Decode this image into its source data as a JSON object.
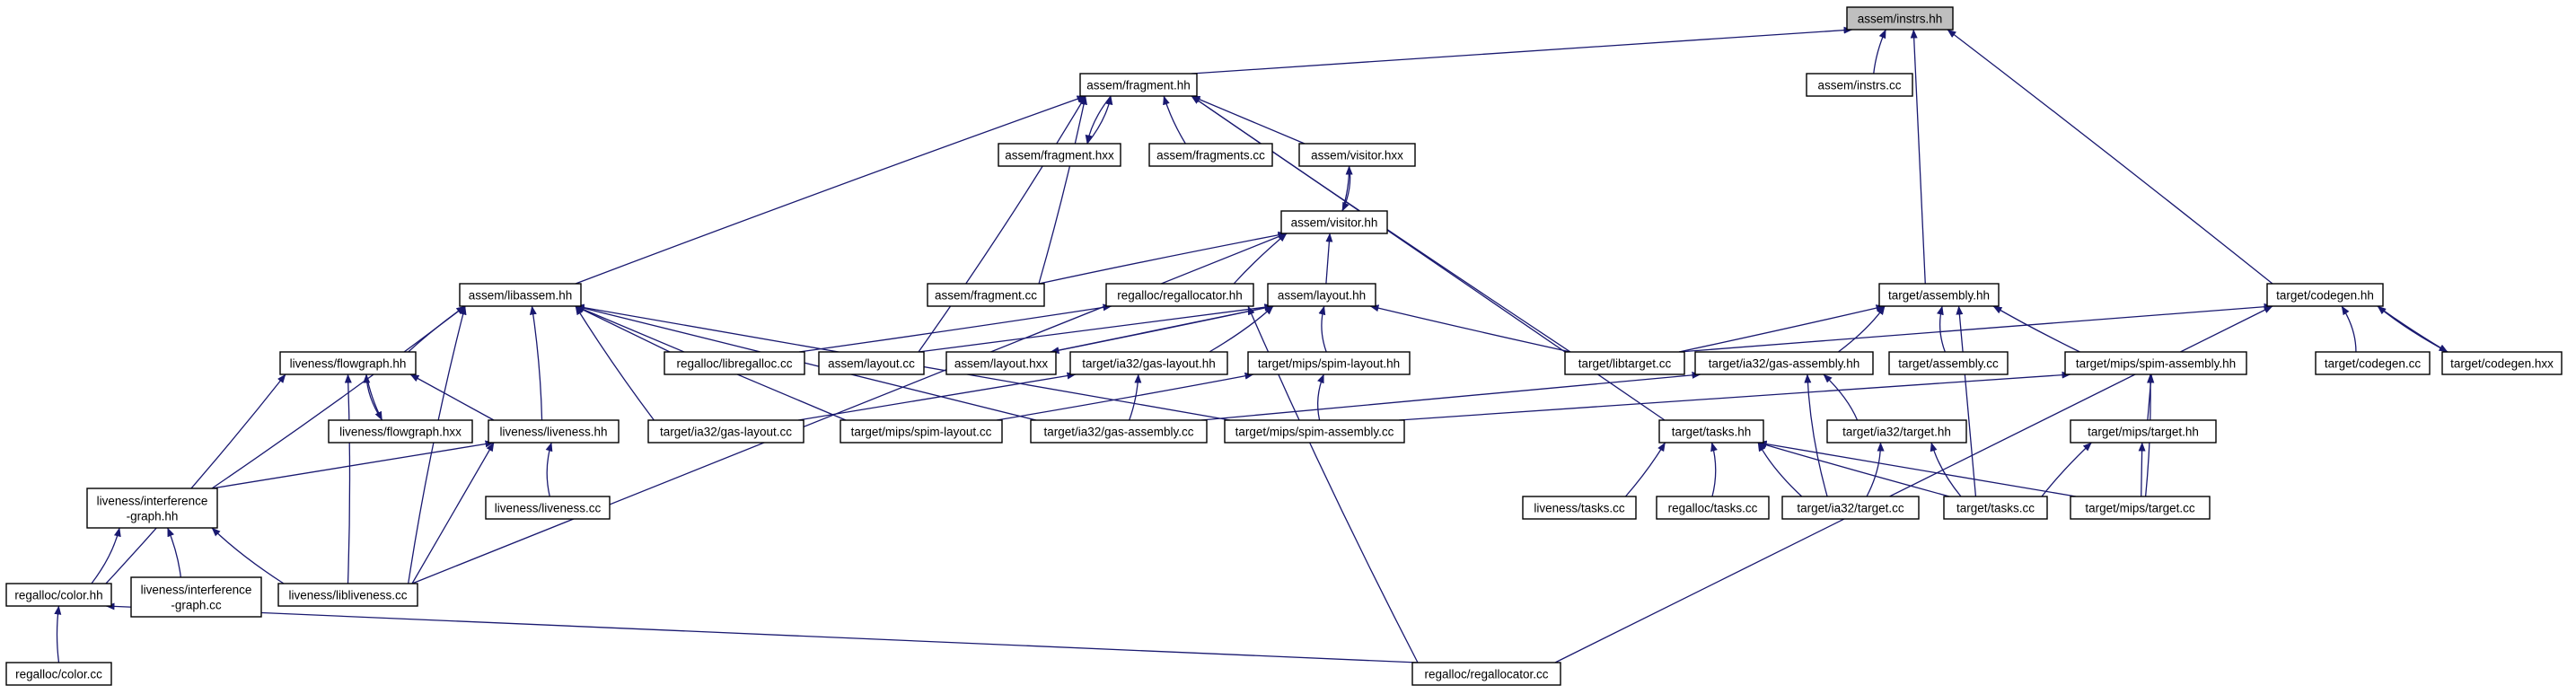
{
  "nodes": [
    {
      "id": "instrs_hh",
      "lines": [
        "assem/instrs.hh"
      ],
      "root": true
    },
    {
      "id": "fragment_hh",
      "lines": [
        "assem/fragment.hh"
      ]
    },
    {
      "id": "instrs_cc",
      "lines": [
        "assem/instrs.cc"
      ]
    },
    {
      "id": "fragment_hxx",
      "lines": [
        "assem/fragment.hxx"
      ]
    },
    {
      "id": "fragments_cc",
      "lines": [
        "assem/fragments.cc"
      ]
    },
    {
      "id": "visitor_hxx",
      "lines": [
        "assem/visitor.hxx"
      ]
    },
    {
      "id": "visitor_hh",
      "lines": [
        "assem/visitor.hh"
      ]
    },
    {
      "id": "fragment_cc",
      "lines": [
        "assem/fragment.cc"
      ]
    },
    {
      "id": "regallocator_hh",
      "lines": [
        "regalloc/regallocator.hh"
      ]
    },
    {
      "id": "layout_hh",
      "lines": [
        "assem/layout.hh"
      ]
    },
    {
      "id": "libassem_hh",
      "lines": [
        "assem/libassem.hh"
      ]
    },
    {
      "id": "flowgraph_hh",
      "lines": [
        "liveness/flowgraph.hh"
      ]
    },
    {
      "id": "libregalloc_cc",
      "lines": [
        "regalloc/libregalloc.cc"
      ]
    },
    {
      "id": "layout_cc",
      "lines": [
        "assem/layout.cc"
      ]
    },
    {
      "id": "layout_hxx",
      "lines": [
        "assem/layout.hxx"
      ]
    },
    {
      "id": "ia32_gas_layout_hh",
      "lines": [
        "target/ia32/gas-layout.hh"
      ]
    },
    {
      "id": "spim_layout_hh",
      "lines": [
        "target/mips/spim-layout.hh"
      ]
    },
    {
      "id": "flowgraph_hxx",
      "lines": [
        "liveness/flowgraph.hxx"
      ]
    },
    {
      "id": "liveness_hh",
      "lines": [
        "liveness/liveness.hh"
      ]
    },
    {
      "id": "ia32_gas_layout_cc",
      "lines": [
        "target/ia32/gas-layout.cc"
      ]
    },
    {
      "id": "spim_layout_cc",
      "lines": [
        "target/mips/spim-layout.cc"
      ]
    },
    {
      "id": "ia32_gas_assembly_cc",
      "lines": [
        "target/ia32/gas-assembly.cc"
      ]
    },
    {
      "id": "spim_assembly_cc",
      "lines": [
        "target/mips/spim-assembly.cc"
      ]
    },
    {
      "id": "liveness_cc",
      "lines": [
        "liveness/liveness.cc"
      ]
    },
    {
      "id": "interference_graph_hh",
      "lines": [
        "liveness/interference",
        "-graph.hh"
      ]
    },
    {
      "id": "interference_graph_cc",
      "lines": [
        "liveness/interference",
        "-graph.cc"
      ]
    },
    {
      "id": "color_hh",
      "lines": [
        "regalloc/color.hh"
      ]
    },
    {
      "id": "libliveness_cc",
      "lines": [
        "liveness/libliveness.cc"
      ]
    },
    {
      "id": "color_cc",
      "lines": [
        "regalloc/color.cc"
      ]
    },
    {
      "id": "regallocator_cc",
      "lines": [
        "regalloc/regallocator.cc"
      ]
    },
    {
      "id": "assembly_hh",
      "lines": [
        "target/assembly.hh"
      ]
    },
    {
      "id": "codegen_hh",
      "lines": [
        "target/codegen.hh"
      ]
    },
    {
      "id": "libtarget_cc",
      "lines": [
        "target/libtarget.cc"
      ]
    },
    {
      "id": "ia32_gas_assembly_hh",
      "lines": [
        "target/ia32/gas-assembly.hh"
      ]
    },
    {
      "id": "assembly_cc",
      "lines": [
        "target/assembly.cc"
      ]
    },
    {
      "id": "spim_assembly_hh",
      "lines": [
        "target/mips/spim-assembly.hh"
      ]
    },
    {
      "id": "codegen_cc",
      "lines": [
        "target/codegen.cc"
      ]
    },
    {
      "id": "codegen_hxx",
      "lines": [
        "target/codegen.hxx"
      ]
    },
    {
      "id": "tasks_hh",
      "lines": [
        "target/tasks.hh"
      ]
    },
    {
      "id": "ia32_target_hh",
      "lines": [
        "target/ia32/target.hh"
      ]
    },
    {
      "id": "mips_target_hh",
      "lines": [
        "target/mips/target.hh"
      ]
    },
    {
      "id": "liveness_tasks_cc",
      "lines": [
        "liveness/tasks.cc"
      ]
    },
    {
      "id": "regalloc_tasks_cc",
      "lines": [
        "regalloc/tasks.cc"
      ]
    },
    {
      "id": "ia32_target_cc",
      "lines": [
        "target/ia32/target.cc"
      ]
    },
    {
      "id": "target_tasks_cc",
      "lines": [
        "target/tasks.cc"
      ]
    },
    {
      "id": "mips_target_cc",
      "lines": [
        "target/mips/target.cc"
      ]
    }
  ],
  "edges": [
    [
      "fragment_hh",
      "instrs_hh"
    ],
    [
      "instrs_cc",
      "instrs_hh"
    ],
    [
      "assembly_hh",
      "instrs_hh"
    ],
    [
      "codegen_hh",
      "instrs_hh"
    ],
    [
      "fragment_hxx",
      "fragment_hh"
    ],
    [
      "fragment_hh",
      "fragment_hxx"
    ],
    [
      "fragments_cc",
      "fragment_hh"
    ],
    [
      "visitor_hxx",
      "fragment_hh"
    ],
    [
      "fragment_cc",
      "fragment_hh"
    ],
    [
      "layout_cc",
      "fragment_hh"
    ],
    [
      "libassem_hh",
      "fragment_hh"
    ],
    [
      "libtarget_cc",
      "fragment_hh"
    ],
    [
      "tasks_hh",
      "fragment_hh"
    ],
    [
      "visitor_hh",
      "visitor_hxx"
    ],
    [
      "visitor_hxx",
      "visitor_hh"
    ],
    [
      "fragment_cc",
      "visitor_hh"
    ],
    [
      "regallocator_hh",
      "visitor_hh"
    ],
    [
      "layout_hh",
      "visitor_hh"
    ],
    [
      "libliveness_cc",
      "visitor_hh"
    ],
    [
      "libregalloc_cc",
      "regallocator_hh"
    ],
    [
      "regallocator_cc",
      "regallocator_hh"
    ],
    [
      "layout_cc",
      "layout_hh"
    ],
    [
      "layout_hxx",
      "layout_hh"
    ],
    [
      "layout_hh",
      "layout_hxx"
    ],
    [
      "ia32_gas_layout_hh",
      "layout_hh"
    ],
    [
      "spim_layout_hh",
      "layout_hh"
    ],
    [
      "libtarget_cc",
      "layout_hh"
    ],
    [
      "ia32_gas_layout_cc",
      "ia32_gas_layout_hh"
    ],
    [
      "ia32_gas_assembly_cc",
      "ia32_gas_layout_hh"
    ],
    [
      "spim_layout_cc",
      "spim_layout_hh"
    ],
    [
      "spim_assembly_cc",
      "spim_layout_hh"
    ],
    [
      "flowgraph_hh",
      "libassem_hh"
    ],
    [
      "libregalloc_cc",
      "libassem_hh"
    ],
    [
      "liveness_hh",
      "libassem_hh"
    ],
    [
      "interference_graph_hh",
      "libassem_hh"
    ],
    [
      "libliveness_cc",
      "libassem_hh"
    ],
    [
      "ia32_gas_layout_cc",
      "libassem_hh"
    ],
    [
      "spim_layout_cc",
      "libassem_hh"
    ],
    [
      "ia32_gas_assembly_cc",
      "libassem_hh"
    ],
    [
      "spim_assembly_cc",
      "libassem_hh"
    ],
    [
      "flowgraph_hxx",
      "flowgraph_hh"
    ],
    [
      "flowgraph_hh",
      "flowgraph_hxx"
    ],
    [
      "liveness_hh",
      "flowgraph_hh"
    ],
    [
      "libliveness_cc",
      "flowgraph_hh"
    ],
    [
      "color_hh",
      "flowgraph_hh"
    ],
    [
      "liveness_cc",
      "liveness_hh"
    ],
    [
      "interference_graph_hh",
      "liveness_hh"
    ],
    [
      "libliveness_cc",
      "liveness_hh"
    ],
    [
      "interference_graph_cc",
      "interference_graph_hh"
    ],
    [
      "color_hh",
      "interference_graph_hh"
    ],
    [
      "libliveness_cc",
      "interference_graph_hh"
    ],
    [
      "color_cc",
      "color_hh"
    ],
    [
      "regallocator_cc",
      "color_hh"
    ],
    [
      "libtarget_cc",
      "assembly_hh"
    ],
    [
      "ia32_gas_assembly_hh",
      "assembly_hh"
    ],
    [
      "assembly_cc",
      "assembly_hh"
    ],
    [
      "spim_assembly_hh",
      "assembly_hh"
    ],
    [
      "target_tasks_cc",
      "assembly_hh"
    ],
    [
      "libtarget_cc",
      "codegen_hh"
    ],
    [
      "codegen_cc",
      "codegen_hh"
    ],
    [
      "codegen_hxx",
      "codegen_hh"
    ],
    [
      "codegen_hh",
      "codegen_hxx"
    ],
    [
      "regallocator_cc",
      "codegen_hh"
    ],
    [
      "ia32_gas_assembly_cc",
      "ia32_gas_assembly_hh"
    ],
    [
      "ia32_target_hh",
      "ia32_gas_assembly_hh"
    ],
    [
      "ia32_target_cc",
      "ia32_gas_assembly_hh"
    ],
    [
      "spim_assembly_cc",
      "spim_assembly_hh"
    ],
    [
      "mips_target_hh",
      "spim_assembly_hh"
    ],
    [
      "mips_target_cc",
      "spim_assembly_hh"
    ],
    [
      "ia32_target_cc",
      "ia32_target_hh"
    ],
    [
      "target_tasks_cc",
      "ia32_target_hh"
    ],
    [
      "target_tasks_cc",
      "mips_target_hh"
    ],
    [
      "mips_target_cc",
      "mips_target_hh"
    ],
    [
      "liveness_tasks_cc",
      "tasks_hh"
    ],
    [
      "regalloc_tasks_cc",
      "tasks_hh"
    ],
    [
      "ia32_target_cc",
      "tasks_hh"
    ],
    [
      "target_tasks_cc",
      "tasks_hh"
    ],
    [
      "mips_target_cc",
      "tasks_hh"
    ]
  ],
  "colors": {
    "edge": "#191970",
    "node_border": "#000000",
    "node_fill": "#ffffff",
    "root_fill": "#bfbfbf"
  }
}
